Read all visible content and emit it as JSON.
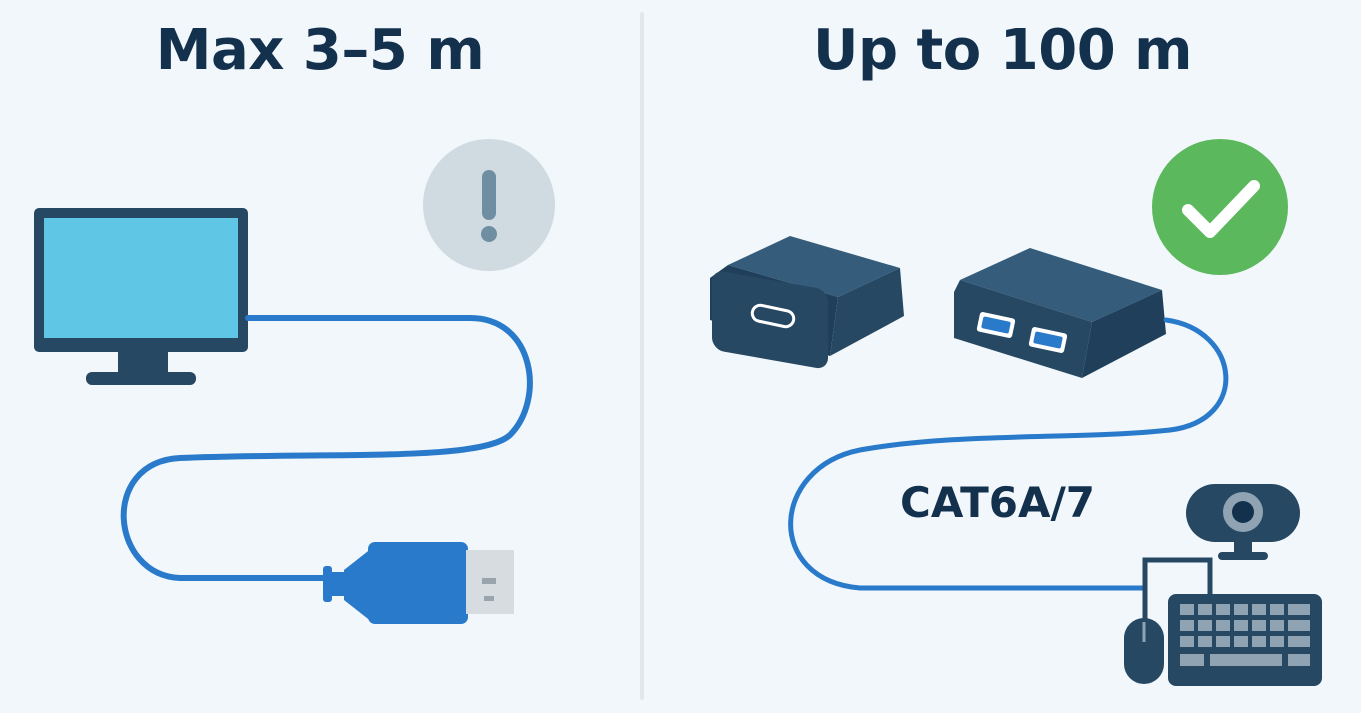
{
  "left": {
    "title": "Max 3–5 m",
    "status_icon": "warning-exclamation-icon",
    "status_color": "#cfdbe1"
  },
  "right": {
    "title": "Up to 100 m",
    "cable_label": "CAT6A/7",
    "status_icon": "check-icon",
    "status_color": "#5cb85c"
  },
  "colors": {
    "navy": "#13304d",
    "device": "#264863",
    "screen": "#5fc6e6",
    "cable": "#2a7acb",
    "background": "#f1f7fa"
  }
}
